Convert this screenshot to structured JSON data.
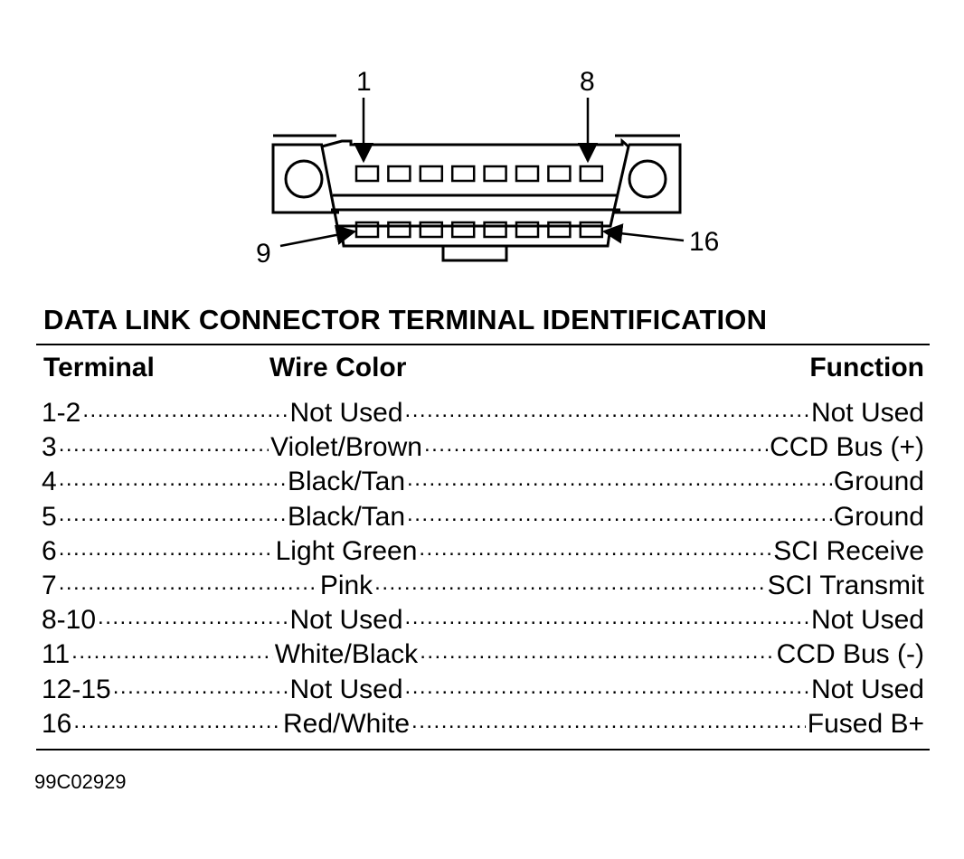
{
  "diagram": {
    "pin_labels": {
      "pin1": "1",
      "pin8": "8",
      "pin9": "9",
      "pin16": "16"
    }
  },
  "table": {
    "title": "DATA LINK CONNECTOR TERMINAL IDENTIFICATION",
    "headers": {
      "terminal": "Terminal",
      "wire_color": "Wire Color",
      "function": "Function"
    },
    "rows": [
      {
        "terminal": "1-2",
        "wire_color": "Not Used",
        "function": "Not Used"
      },
      {
        "terminal": "3",
        "wire_color": "Violet/Brown",
        "function": "CCD Bus (+)"
      },
      {
        "terminal": "4",
        "wire_color": "Black/Tan",
        "function": "Ground"
      },
      {
        "terminal": "5",
        "wire_color": "Black/Tan",
        "function": "Ground"
      },
      {
        "terminal": "6",
        "wire_color": "Light Green",
        "function": "SCI Receive"
      },
      {
        "terminal": "7",
        "wire_color": "Pink",
        "function": "SCI Transmit"
      },
      {
        "terminal": "8-10",
        "wire_color": "Not Used",
        "function": "Not Used"
      },
      {
        "terminal": "11",
        "wire_color": "White/Black",
        "function": "CCD Bus (-)"
      },
      {
        "terminal": "12-15",
        "wire_color": "Not Used",
        "function": "Not Used"
      },
      {
        "terminal": "16",
        "wire_color": "Red/White",
        "function": "Fused B+"
      }
    ]
  },
  "figure_id": "99C02929"
}
